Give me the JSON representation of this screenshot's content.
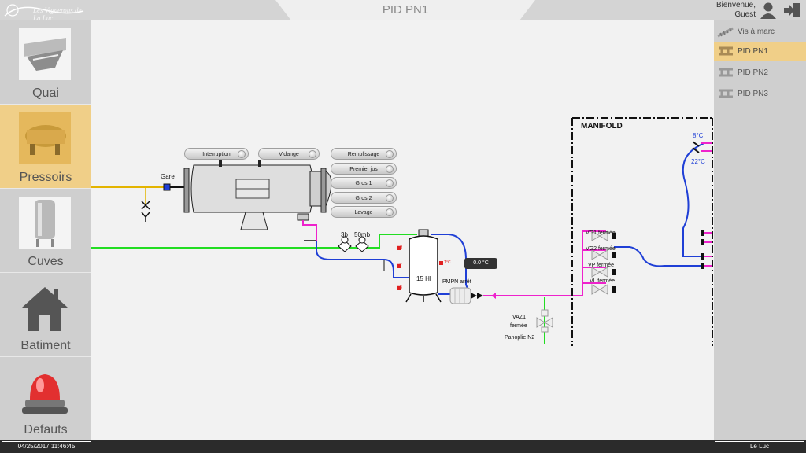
{
  "header": {
    "title": "PID PN1",
    "welcome_line1": "Bienvenue,",
    "welcome_line2": "Guest",
    "logo_text": "Les Vignerons de La Luc"
  },
  "left_nav": [
    {
      "label": "Quai",
      "icon": "press-hopper-icon",
      "active": false
    },
    {
      "label": "Pressoirs",
      "icon": "wine-press-icon",
      "active": true
    },
    {
      "label": "Cuves",
      "icon": "tank-icon",
      "active": false
    },
    {
      "label": "Batiment",
      "icon": "house-icon",
      "active": false
    },
    {
      "label": "Defauts",
      "icon": "alarm-beacon-icon",
      "active": false
    }
  ],
  "right_nav": [
    {
      "label": "Vis à marc",
      "icon": "screw-conveyor-icon",
      "active": false
    },
    {
      "label": "PID PN1",
      "icon": "pid-icon",
      "active": true
    },
    {
      "label": "PID PN2",
      "icon": "pid-icon",
      "active": false
    },
    {
      "label": "PID PN3",
      "icon": "pid-icon",
      "active": false
    }
  ],
  "press_buttons": {
    "interruption": "Interruption",
    "vidange": "Vidange",
    "remplissage": "Remplissage",
    "premier_jus": "Premier jus",
    "gros1": "Gros 1",
    "gros2": "Gros 2",
    "lavage": "Lavage"
  },
  "diagram": {
    "gare": "Gare",
    "pressure_3b": "3b",
    "pressure_50mb": "50mb",
    "tank_volume": "15 Hl",
    "nh": "NH",
    "nt": "NT",
    "nb": "NB",
    "t_label": "T°C",
    "temp_value": "0.0 °C",
    "pump_status": "PMPN arrêt",
    "vaz1_name": "VAZ1",
    "vaz1_state": "fermée",
    "panoplie": "Panoplie N2",
    "manifold": "MANIFOLD",
    "valves": [
      {
        "name": "VG1",
        "state": "fermée"
      },
      {
        "name": "VG2",
        "state": "fermée"
      },
      {
        "name": "VP",
        "state": "fermée"
      },
      {
        "name": "VL",
        "state": "fermée"
      }
    ],
    "temp_high": "8°C",
    "temp_low": "22°C"
  },
  "status_bar": {
    "datetime": "04/25/2017 11:46:45",
    "site": "Le Luc"
  },
  "colors": {
    "active_nav": "#f0cf88",
    "pipe_yellow": "#e3b400",
    "pipe_green": "#22dd22",
    "pipe_blue": "#1f3fd6",
    "pipe_magenta": "#ee22cc",
    "sensor_red": "#e02020"
  }
}
